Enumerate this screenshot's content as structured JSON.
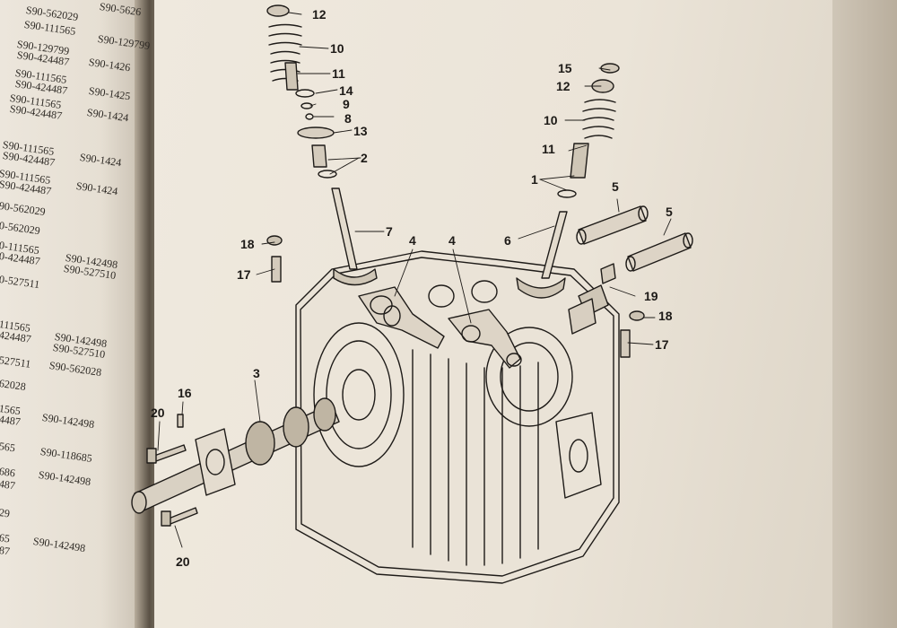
{
  "left_page": {
    "part_numbers": [
      {
        "text": "S90-562029"
      },
      {
        "text": "S90-5626"
      },
      {
        "text": "S90-111565"
      },
      {
        "text": "S90-129799"
      },
      {
        "text": "S90-129799"
      },
      {
        "text": "S90-424487"
      },
      {
        "text": "S90-1426"
      },
      {
        "text": "S90-111565"
      },
      {
        "text": "S90-424487"
      },
      {
        "text": "S90-1425"
      },
      {
        "text": "S90-111565"
      },
      {
        "text": "S90-424487"
      },
      {
        "text": "S90-1424"
      },
      {
        "text": "S90-111565"
      },
      {
        "text": "S90-424487"
      },
      {
        "text": "S90-1424"
      },
      {
        "text": "S90-111565"
      },
      {
        "text": "S90-424487"
      },
      {
        "text": "S90-1424"
      },
      {
        "text": "90-562029"
      },
      {
        "text": "0-562029"
      },
      {
        "text": "0-111565"
      },
      {
        "text": "0-424487"
      },
      {
        "text": "S90-142498"
      },
      {
        "text": "S90-527510"
      },
      {
        "text": "0-527511"
      },
      {
        "text": "111565"
      },
      {
        "text": "424487"
      },
      {
        "text": "S90-142498"
      },
      {
        "text": "S90-527510"
      },
      {
        "text": "527511"
      },
      {
        "text": "S90-562028"
      },
      {
        "text": "62028"
      },
      {
        "text": "1565"
      },
      {
        "text": "4487"
      },
      {
        "text": "S90-142498"
      },
      {
        "text": "565"
      },
      {
        "text": "S90-118685"
      },
      {
        "text": "686"
      },
      {
        "text": "487"
      },
      {
        "text": "S90-142498"
      },
      {
        "text": "29"
      },
      {
        "text": "65"
      },
      {
        "text": "87"
      },
      {
        "text": "S90-142498"
      }
    ]
  },
  "callouts": [
    {
      "text": "12"
    },
    {
      "text": "10"
    },
    {
      "text": "11"
    },
    {
      "text": "14"
    },
    {
      "text": "9"
    },
    {
      "text": "8"
    },
    {
      "text": "13"
    },
    {
      "text": "2"
    },
    {
      "text": "7"
    },
    {
      "text": "18"
    },
    {
      "text": "17"
    },
    {
      "text": "4"
    },
    {
      "text": "4"
    },
    {
      "text": "6"
    },
    {
      "text": "15"
    },
    {
      "text": "12"
    },
    {
      "text": "10"
    },
    {
      "text": "11"
    },
    {
      "text": "1"
    },
    {
      "text": "5"
    },
    {
      "text": "5"
    },
    {
      "text": "19"
    },
    {
      "text": "18"
    },
    {
      "text": "17"
    },
    {
      "text": "3"
    },
    {
      "text": "16"
    },
    {
      "text": "20"
    },
    {
      "text": "20"
    }
  ]
}
